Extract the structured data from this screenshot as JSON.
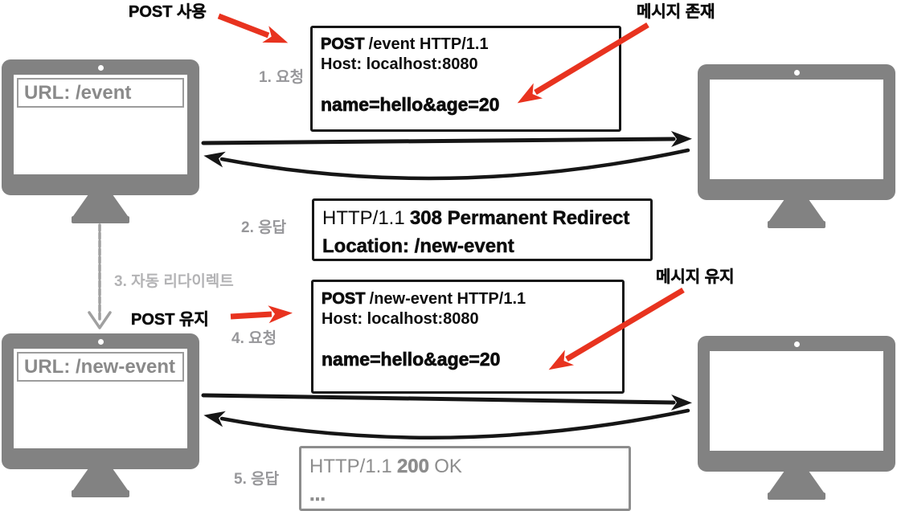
{
  "colors": {
    "monitor_gray": "#828282",
    "arrow_red": "#e8331f",
    "sketch_black": "#161616",
    "step_label_gray": "#97979a",
    "redirect_label_gray": "#b3b3b5",
    "response_ok_gray": "#8d8d8d",
    "url_text_gray": "#8a8a8a"
  },
  "annotations": {
    "post_use": "POST 사용",
    "message_exists": "메시지 존재",
    "post_keep": "POST 유지",
    "message_keep": "메시지 유지"
  },
  "steps": {
    "s1": "1. 요청",
    "s2": "2. 응답",
    "s3": "3. 자동 리다이렉트",
    "s4": "4. 요청",
    "s5": "5. 응답"
  },
  "monitors": {
    "client_top_url": "URL: /event",
    "client_bottom_url": "URL: /new-event"
  },
  "messages": {
    "request1": {
      "method": "POST",
      "request_line_rest": "/event HTTP/1.1",
      "host": "Host: localhost:8080",
      "body": "name=hello&age=20"
    },
    "response2": {
      "version": "HTTP/1.1",
      "status": "308 Permanent Redirect",
      "location": "Location: /new-event"
    },
    "request4": {
      "method": "POST",
      "request_line_rest": "/new-event HTTP/1.1",
      "host": "Host: localhost:8080",
      "body": "name=hello&age=20"
    },
    "response5": {
      "version": "HTTP/1.1",
      "status_code": "200",
      "status_text": "OK",
      "body": "..."
    }
  }
}
